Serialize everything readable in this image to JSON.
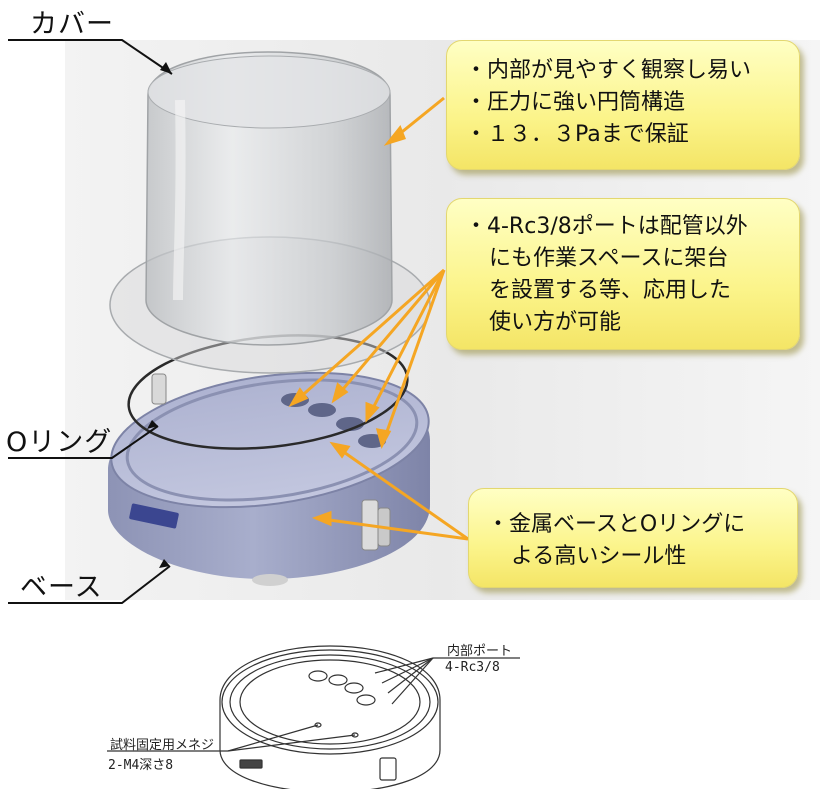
{
  "labels": {
    "cover": "カバー",
    "oring": "Oリング",
    "base": "ベース"
  },
  "callouts": {
    "cover_features": [
      "・内部が見やすく観察し易い",
      "・圧力に強い円筒構造",
      "・１３．３Paまで保証"
    ],
    "port_features": [
      "・4-Rc3/8ポートは配管以外",
      "にも作業スペースに架台",
      "を設置する等、応用した",
      "使い方が可能"
    ],
    "seal_features": [
      "・金属ベースとOリングに",
      "よる高いシール性"
    ]
  },
  "drawing": {
    "port_label": "内部ポート",
    "port_spec": "4-Rc3/8",
    "screw_label": "試料固定用メネジ",
    "screw_spec": "2-M4深さ8"
  },
  "colors": {
    "arrow": "#f5a623",
    "callout": "#fbf48a",
    "base_metal": "#9aa1c4"
  }
}
